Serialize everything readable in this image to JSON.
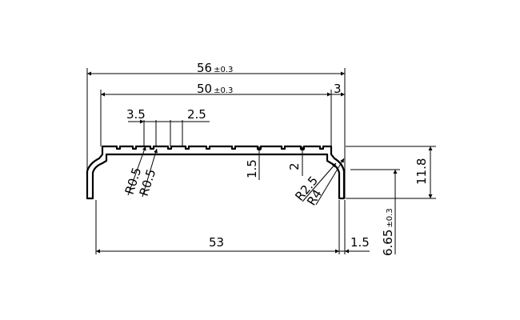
{
  "drawing": {
    "overall_width": {
      "value": "56",
      "tolerance": "±0.3"
    },
    "inner_width": {
      "value": "50",
      "tolerance": "±0.3"
    },
    "right_offset": {
      "value": "3"
    },
    "tooth_pitch": {
      "value": "3.5"
    },
    "tooth_width": {
      "value": "2.5"
    },
    "base_width": {
      "value": "53"
    },
    "height": {
      "value": "11.8"
    },
    "wall_thickness": {
      "value": "1.5"
    },
    "tooth_depth": {
      "value": "2"
    },
    "leg_height": {
      "value": "6.65",
      "tolerance": "±0.3"
    },
    "leg_thickness": {
      "value": "1.5"
    },
    "radius_small_1": {
      "value": "R0.5"
    },
    "radius_small_2": {
      "value": "R0.5"
    },
    "radius_inner": {
      "value": "R2.5"
    },
    "radius_outer": {
      "value": "R4"
    }
  }
}
